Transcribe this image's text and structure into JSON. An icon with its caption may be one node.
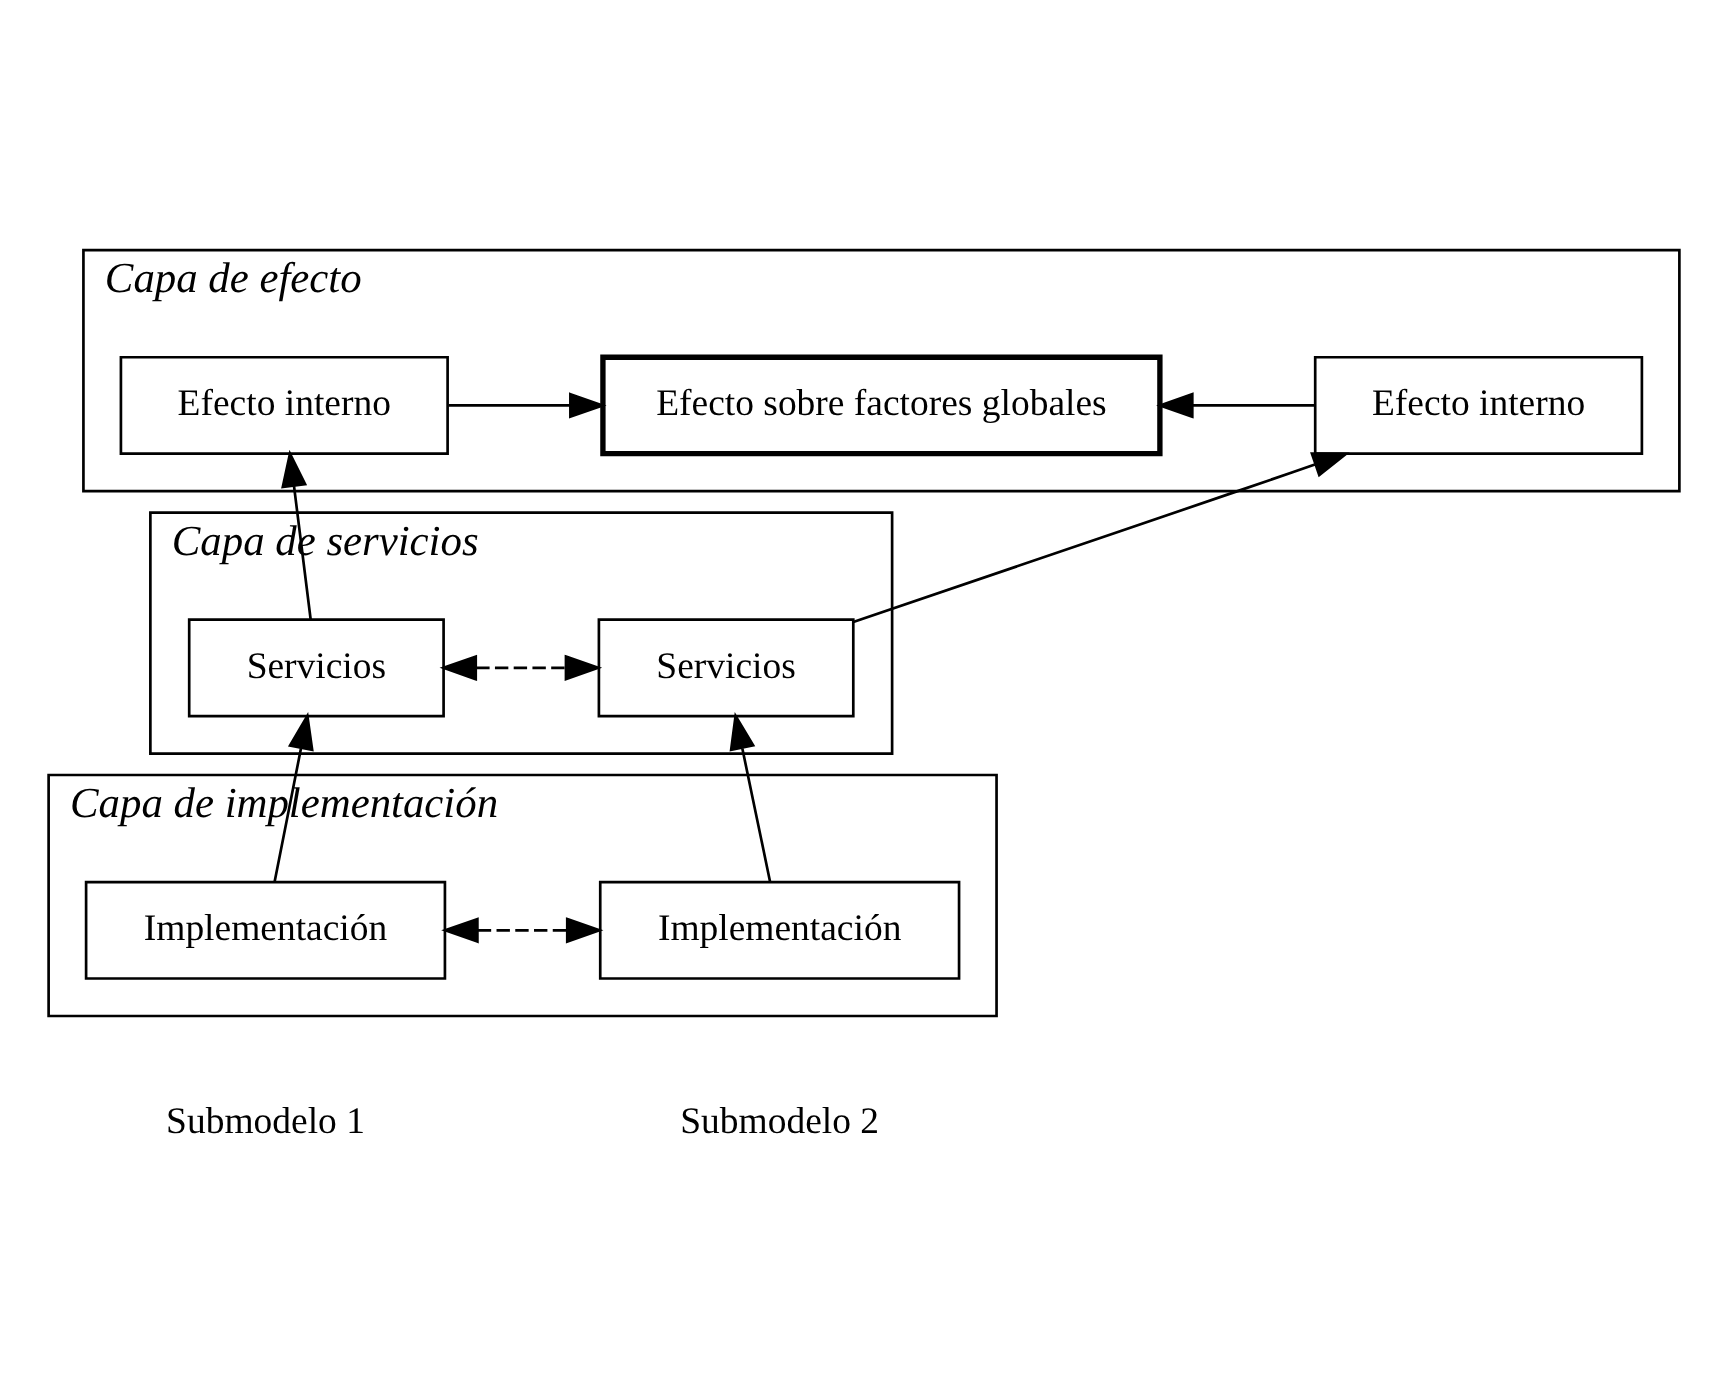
{
  "diagram": {
    "nodes": [
      {
        "text": [
          "Capa de efecto"
        ]
      },
      {
        "text": [
          "Efecto sobre factores globales"
        ],
        "in": 0
      },
      {
        "text": [
          "Efecto interno"
        ],
        "in": 0
      },
      {
        "text": [
          "Efecto interno"
        ],
        "in": 0
      },
      {
        "text": [
          "Capa de servicios"
        ]
      },
      {
        "text": [
          "Servicios"
        ],
        "in": 4
      },
      {
        "text": [
          "Servicios"
        ],
        "in": 4
      },
      {
        "text": [
          "Capa de implementación"
        ]
      },
      {
        "text": [
          "Implementación"
        ],
        "in": 7
      },
      {
        "text": [
          "Implementación"
        ],
        "in": 7
      }
    ],
    "edges": [
      {
        "from": 2,
        "to": 1,
        "arrow": "to"
      },
      {
        "from": 3,
        "to": 1,
        "arrow": "to"
      },
      {
        "from": 5,
        "to": 2,
        "arrow": "to"
      },
      {
        "from": 6,
        "to": 3,
        "arrow": "to"
      },
      {
        "from": 5,
        "to": 6,
        "arrow": "both",
        "style": "dashed"
      },
      {
        "from": 8,
        "to": 5,
        "arrow": "to"
      },
      {
        "from": 9,
        "to": 6,
        "arrow": "to"
      },
      {
        "from": 8,
        "to": 9,
        "arrow": "both",
        "style": "dashed"
      }
    ],
    "labels": [
      "Submodelo 1",
      "Submodelo 2"
    ]
  }
}
